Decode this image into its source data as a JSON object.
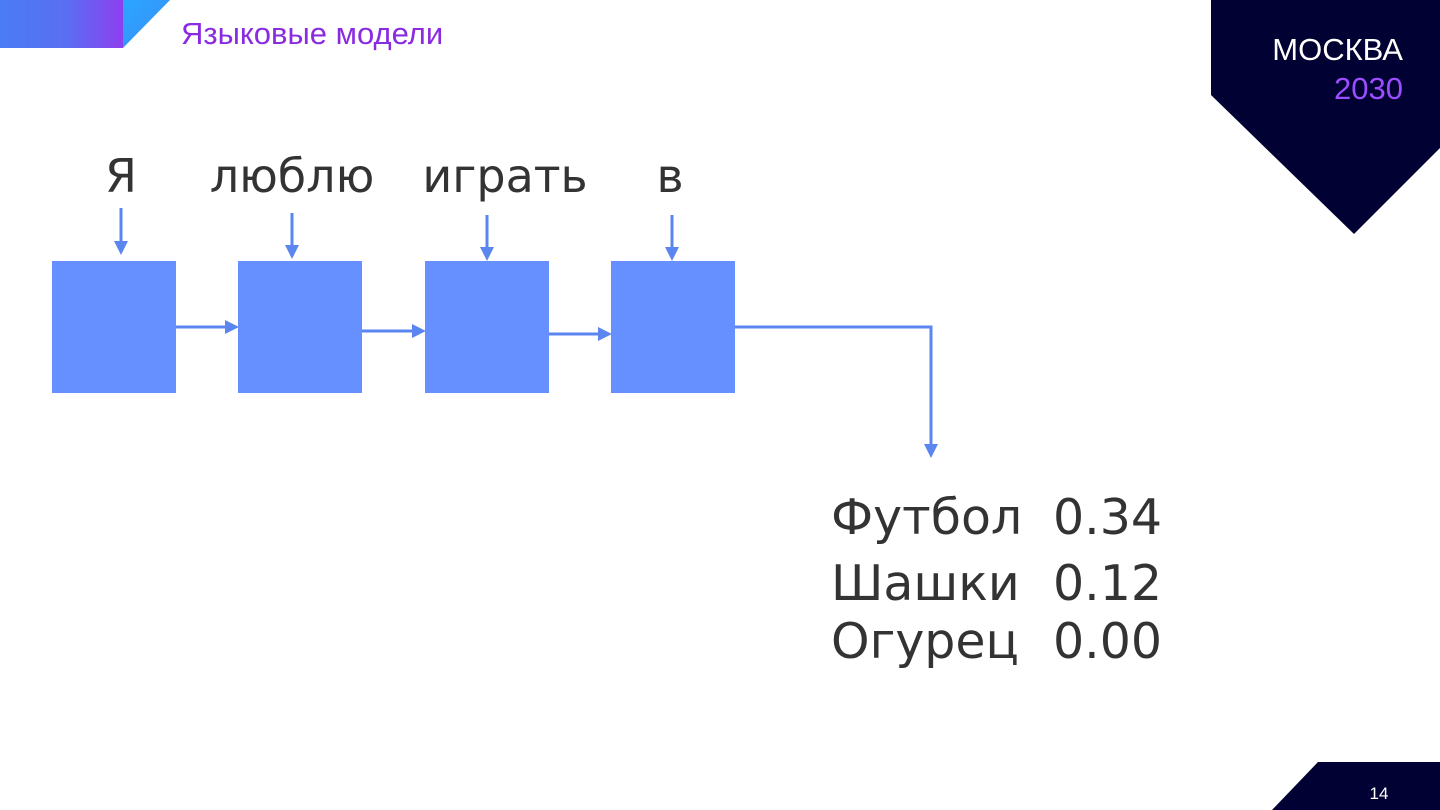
{
  "header": {
    "title": "Языковые модели"
  },
  "logo": {
    "line1": "МОСКВА",
    "line2": "2030"
  },
  "diagram": {
    "input_words": [
      "Я",
      "люблю",
      "играть",
      "в"
    ],
    "predictions": [
      {
        "label": "Футбол",
        "value": "0.34"
      },
      {
        "label": "Шашки",
        "value": "0.12"
      },
      {
        "label": "Огурец",
        "value": "0.00"
      }
    ]
  },
  "footer": {
    "page_number": "14"
  },
  "colors": {
    "accent_purple": "#8a2be2",
    "navy": "#010133",
    "box_blue": "#6690ff",
    "arrow_blue": "#5b86f0"
  }
}
